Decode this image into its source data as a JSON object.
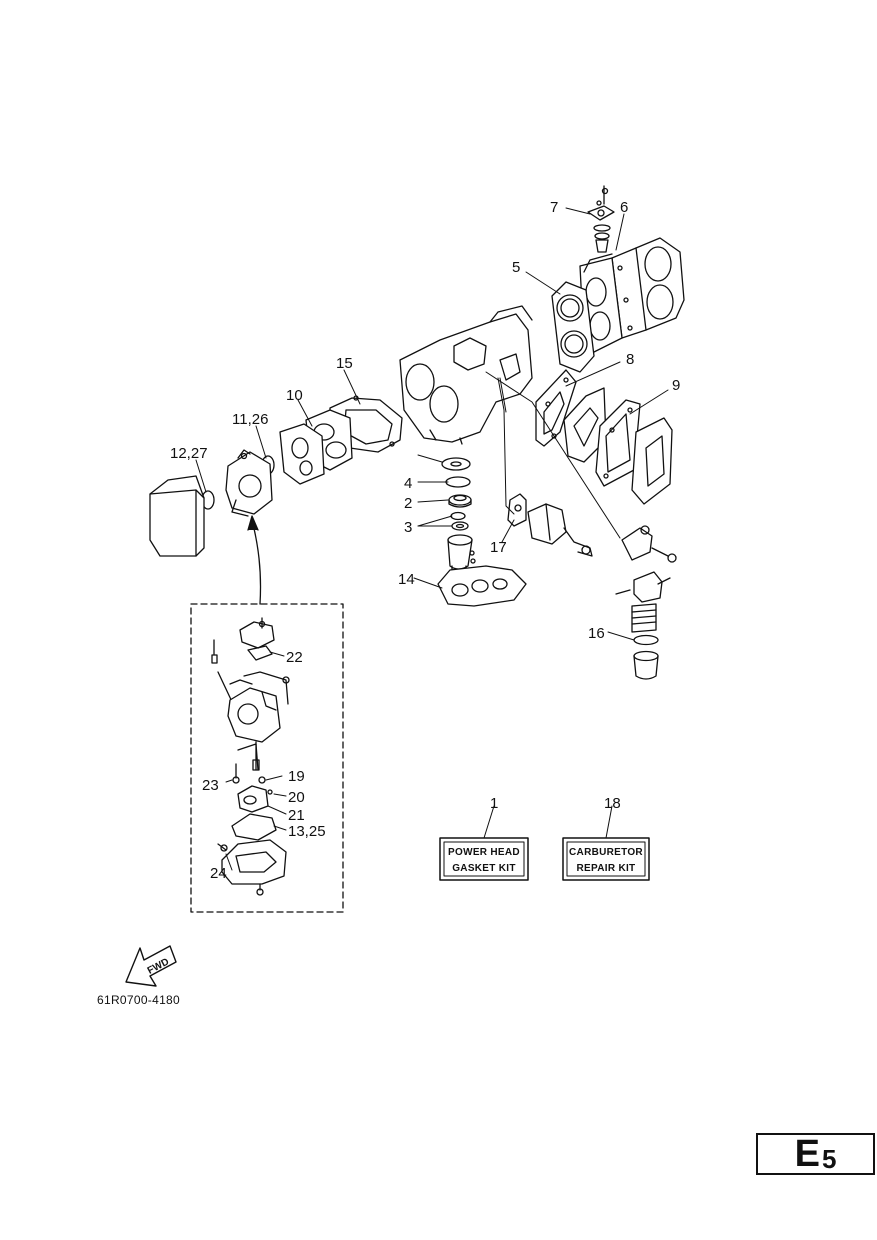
{
  "callouts": {
    "c1": "1",
    "c2": "2",
    "c3": "3",
    "c4": "4",
    "c5": "5",
    "c6": "6",
    "c7": "7",
    "c8": "8",
    "c9": "9",
    "c10": "10",
    "c11_26": "11,26",
    "c12_27": "12,27",
    "c13_25": "13,25",
    "c14": "14",
    "c15": "15",
    "c16": "16",
    "c17": "17",
    "c18": "18",
    "c19": "19",
    "c20": "20",
    "c21": "21",
    "c22": "22",
    "c23": "23",
    "c24": "24"
  },
  "kits": {
    "power_head_line1": "POWER HEAD",
    "power_head_line2": "GASKET KIT",
    "carburetor_line1": "CARBURETOR",
    "carburetor_line2": "REPAIR KIT"
  },
  "fwd_label": "FWD",
  "doc_code": "61R0700-4180",
  "page": {
    "letter": "E",
    "number": "5"
  }
}
